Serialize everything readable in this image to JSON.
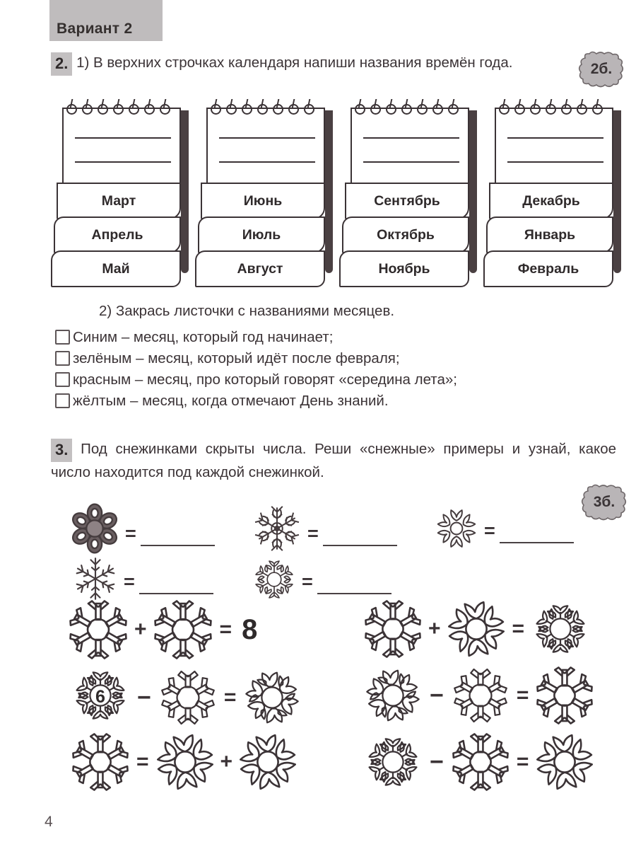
{
  "header": {
    "variant_label": "Вариант 2"
  },
  "page_number": "4",
  "task2": {
    "number": "2.",
    "part1_text": "1) В верхних строчках календаря напиши названия времён года.",
    "points_badge": "2б.",
    "part2_text": "2) Закрась листочки с названиями месяцев.",
    "calendars": [
      {
        "name": "calendar-spring",
        "months": [
          "Март",
          "Апрель",
          "Май"
        ]
      },
      {
        "name": "calendar-summer",
        "months": [
          "Июнь",
          "Июль",
          "Август"
        ]
      },
      {
        "name": "calendar-autumn",
        "months": [
          "Сентябрь",
          "Октябрь",
          "Ноябрь"
        ]
      },
      {
        "name": "calendar-winter",
        "months": [
          "Декабрь",
          "Январь",
          "Февраль"
        ]
      }
    ],
    "checkbox_items": [
      "Синим – месяц, который год начинает;",
      "зелёным – месяц, который идёт после февраля;",
      "красным – месяц, про который говорят «середина лета»;",
      "жёлтым – месяц, когда отмечают День знаний."
    ]
  },
  "task3": {
    "number": "3.",
    "text": "Под снежинками скрыты числа. Реши «снежные» примеры и узнай, какое число находится под каждой снежинкой.",
    "points_badge": "3б.",
    "answer_rows": [
      {
        "snowflake": "snowflake-dense",
        "equals": "=",
        "answer": ""
      },
      {
        "snowflake": "snowflake-feather",
        "equals": "=",
        "answer": ""
      },
      {
        "snowflake": "snowflake-petal",
        "equals": "=",
        "answer": ""
      },
      {
        "snowflake": "snowflake-star",
        "equals": "=",
        "answer": ""
      },
      {
        "snowflake": "snowflake-leafy",
        "equals": "=",
        "answer": ""
      }
    ],
    "equations": [
      {
        "name": "equation-1-left",
        "terms": [
          "snowflake-star",
          "snowflake-star"
        ],
        "operators": [
          "+"
        ],
        "equals": "=",
        "result_text": "8",
        "result_snowflake": ""
      },
      {
        "name": "equation-1-right",
        "terms": [
          "snowflake-star",
          "snowflake-petal"
        ],
        "operators": [
          "+"
        ],
        "equals": "=",
        "result_text": "",
        "result_snowflake": "snowflake-leafy"
      },
      {
        "name": "equation-2-left",
        "terms": [
          "snowflake-leafy",
          "snowflake-feather"
        ],
        "operators": [
          "−"
        ],
        "equals": "=",
        "result_text": "",
        "result_snowflake": "snowflake-dense",
        "filled_value": "6"
      },
      {
        "name": "equation-2-right",
        "terms": [
          "snowflake-dense",
          "snowflake-feather"
        ],
        "operators": [
          "−"
        ],
        "equals": "=",
        "result_text": "",
        "result_snowflake": "snowflake-star"
      },
      {
        "name": "equation-3-left",
        "terms": [
          "snowflake-star",
          "snowflake-petal",
          "snowflake-petal"
        ],
        "operators": [
          "=",
          "+"
        ],
        "equals": "=",
        "result_text": "",
        "result_snowflake": ""
      },
      {
        "name": "equation-3-right",
        "terms": [
          "snowflake-leafy",
          "snowflake-star",
          "snowflake-petal"
        ],
        "operators": [
          "−"
        ],
        "equals": "=",
        "result_text": "",
        "result_snowflake": ""
      }
    ]
  },
  "colors": {
    "ink": "#3b3336",
    "badge_gray": "#bfbcbd",
    "paper": "#ffffff"
  }
}
